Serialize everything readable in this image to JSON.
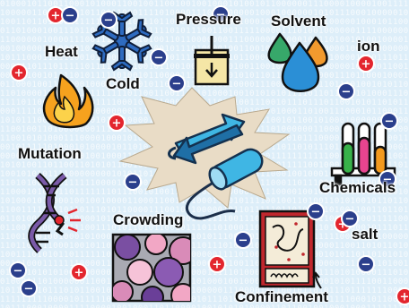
{
  "labels": {
    "heat": "Heat",
    "cold": "Cold",
    "pressure": "Pressure",
    "solvent": "Solvent",
    "ion": "ion",
    "mutation": "Mutation",
    "chemicals": "Chemicals",
    "crowding": "Crowding",
    "salt": "salt",
    "confinement": "Confinement"
  },
  "ion_signs": {
    "positive": "+",
    "negative": "−"
  },
  "colors": {
    "background": "#ddeef9",
    "burst": "#e9dcc6",
    "positive_ion": "#e3262e",
    "negative_ion": "#2b3f8c",
    "protein_light": "#3fb6e4",
    "protein_dark": "#1f6fa6",
    "snowflake": "#2e6bc0",
    "flame_outer": "#f6a21e",
    "flame_inner": "#fcd24a",
    "drop_green": "#37a86a",
    "drop_blue": "#2b8fd6",
    "drop_orange": "#f29a2e",
    "dna_purple": "#7a5aa8",
    "crowding_box": "#a9aab3",
    "confinement_frame": "#c0272d",
    "tube_green": "#38b24a",
    "tube_pink": "#e8448f",
    "tube_orange": "#f39a1f"
  }
}
